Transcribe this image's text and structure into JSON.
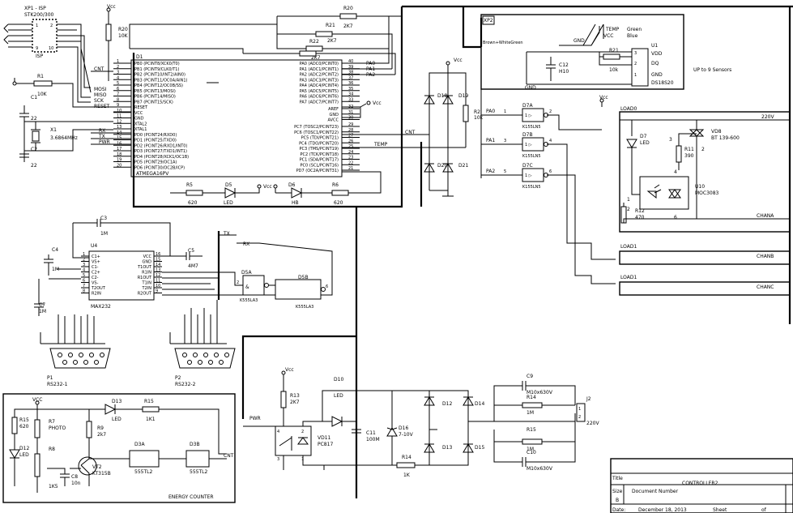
{
  "top": {
    "isp": {
      "ref": "XP1 - ISP",
      "model": "STK200/300",
      "name": "ISP"
    },
    "vcc": "Vcc",
    "r20": {
      "ref": "R20",
      "value": "10K"
    },
    "r1": {
      "ref": "R1",
      "value": "10K"
    },
    "cnt": "CNT",
    "pins": {
      "mosi": "MOSI",
      "miso": "MISO",
      "sck": "SCK",
      "reset": "RESET"
    },
    "c1": {
      "ref": "C1",
      "value": "22"
    },
    "c2": {
      "ref": "C2",
      "value": "22"
    },
    "x1": {
      "ref": "X1",
      "value": "3.6864MHz"
    },
    "ra": {
      "ref": "R20",
      "value": "2K7"
    },
    "rb": {
      "ref": "R21",
      "value": "2K7"
    },
    "rc": {
      "ref": "R22",
      "value": "2K7"
    },
    "rd": {
      "value": "2K7"
    }
  },
  "mcu": {
    "ref": "D1",
    "name": "ATMEGA16PV",
    "left_pins": [
      {
        "name": "PB0 (PCINT8/XCK0/T0)",
        "num": "1"
      },
      {
        "name": "PB1 (PCINT9/CLK0/T1)",
        "num": "2"
      },
      {
        "name": "PB2 (PCINT10/INT2/AIN0)",
        "num": "3"
      },
      {
        "name": "PB3 (PCINT11/OC0A/AIN1)",
        "num": "4"
      },
      {
        "name": "PB4 (PCINT12/OC0B/SS)",
        "num": "5"
      },
      {
        "name": "PB5 (PCINT13/MOSI)",
        "num": "6"
      },
      {
        "name": "PB6 (PCINT14/MISO)",
        "num": "7"
      },
      {
        "name": "PB7 (PCINT15/SCK)",
        "num": "8"
      },
      {
        "name": "RESET",
        "num": "9"
      },
      {
        "name": "VCC",
        "num": "10"
      },
      {
        "name": "GND",
        "num": "11"
      },
      {
        "name": "XTAL2",
        "num": "12"
      },
      {
        "name": "XTAL1",
        "num": "13"
      },
      {
        "name": "PD0 (PCINT24/RXD0)",
        "num": "14"
      },
      {
        "name": "PD1 (PCINT25/TXD0)",
        "num": "15"
      },
      {
        "name": "PD2 (PCINT26/RXD1/INT0)",
        "num": "16"
      },
      {
        "name": "PD3 (PCINT27/TXD1/INT1)",
        "num": "17"
      },
      {
        "name": "PD4 (PCINT28/XCK1/OC1B)",
        "num": "18"
      },
      {
        "name": "PD5 (PCINT29/OC1A)",
        "num": "19"
      },
      {
        "name": "PD6 (PCINT30/OC2B/ICP)",
        "num": "20"
      }
    ],
    "right_top": [
      {
        "name": "PA0 (ADC0/PCINT0)",
        "num": "40"
      },
      {
        "name": "PA1 (ADC1/PCINT1)",
        "num": "39"
      },
      {
        "name": "PA2 (ADC2/PCINT2)",
        "num": "38"
      },
      {
        "name": "PA3 (ADC3/PCINT3)",
        "num": "37"
      },
      {
        "name": "PA4 (ADC4/PCINT4)",
        "num": "36"
      },
      {
        "name": "PA5 (ADC5/PCINT5)",
        "num": "35"
      },
      {
        "name": "PA6 (ADC6/PCINT6)",
        "num": "34"
      },
      {
        "name": "PA7 (ADC7/PCINT7)",
        "num": "33"
      }
    ],
    "right_power": [
      {
        "name": "AREF",
        "num": "32"
      },
      {
        "name": "GND",
        "num": "31"
      },
      {
        "name": "AVCC",
        "num": "30"
      }
    ],
    "right_bottom": [
      {
        "name": "PC7 (TOSC2/PCINT23)",
        "num": "29"
      },
      {
        "name": "PC6 (TOSC1/PCINT22)",
        "num": "28"
      },
      {
        "name": "PC5 (TDI/PCINT21)",
        "num": "27"
      },
      {
        "name": "PC4 (TDO/PCINT20)",
        "num": "26"
      },
      {
        "name": "PC3 (TMS/PCINT19)",
        "num": "25"
      },
      {
        "name": "PC2 (TCK/PCINT18)",
        "num": "24"
      },
      {
        "name": "PC1 (SDA/PCINT17)",
        "num": "23"
      },
      {
        "name": "PC0 (SCL/PCINT16)",
        "num": "22"
      },
      {
        "name": "PD7 (OC2A/PCINT31)",
        "num": "21"
      }
    ],
    "pa_labels": [
      "PA0",
      "PA1",
      "PA2"
    ],
    "port_labels": {
      "rx": "RX",
      "tx": "TX",
      "pwr": "PWR"
    },
    "cnt_label": "CNT",
    "temp_label": "TEMP",
    "vcc": "Vcc"
  },
  "led_row": {
    "r5": {
      "ref": "R5",
      "value": "620"
    },
    "d5": {
      "ref": "D5",
      "value": "LED"
    },
    "d6": {
      "ref": "D6",
      "value": "HB"
    },
    "r6": {
      "ref": "R6",
      "value": "620"
    },
    "vcc": "Vcc"
  },
  "sensor": {
    "ref": "XP2",
    "temp": "TEMP",
    "vcc": "VCC",
    "gnd": "GND",
    "green": "Green",
    "blue": "Blue",
    "brown": "Brown+WhiteGreen",
    "gnd2": "GND",
    "c12": {
      "ref": "C12",
      "value": "H10"
    },
    "r21": {
      "ref": "R21",
      "value": "10k"
    },
    "u1": {
      "ref": "U1",
      "name": "DS18S20",
      "pins": [
        {
          "name": "VDD",
          "num": "3"
        },
        {
          "name": "DQ",
          "num": "2"
        },
        {
          "name": "GND",
          "num": "1"
        }
      ]
    },
    "note": "UP to 9 Sensors"
  },
  "bridge": {
    "vcc": "Vcc",
    "d18": "D18",
    "d19": "D19",
    "d20": "D20",
    "d21": "D21",
    "r2": {
      "ref": "R2",
      "value": "10k"
    },
    "cnt": "CNT",
    "temp": "TEMP"
  },
  "drivers": {
    "pa": [
      {
        "label": "PA0",
        "pin": "1"
      },
      {
        "label": "PA1",
        "pin": "3"
      },
      {
        "label": "PA2",
        "pin": "5"
      }
    ],
    "gates": [
      {
        "ref": "D7A",
        "name": "K155LN5",
        "out": "2"
      },
      {
        "ref": "D7B",
        "name": "K155LN5",
        "out": "4"
      },
      {
        "ref": "D7C",
        "name": "K155LN5",
        "out": "6"
      }
    ],
    "vcc": "Vcc",
    "load0": "LOAD0",
    "load1a": "LOAD1",
    "load1b": "LOAD1",
    "d7": {
      "ref": "D7",
      "value": "LED"
    },
    "r11": {
      "ref": "R11",
      "value": "390"
    },
    "r12": {
      "ref": "R12",
      "value": "470"
    },
    "vd8": {
      "ref": "VD8",
      "value": "BT 139-600"
    },
    "u10": {
      "ref": "U10",
      "value": "MOC3083"
    },
    "nums": [
      "3",
      "1",
      "2",
      "4",
      "6"
    ],
    "v220": "220V",
    "chana": "CHANA",
    "chanb": "CHANB",
    "chanc": "CHANC"
  },
  "uart": {
    "c3": {
      "ref": "C3",
      "value": "1M"
    },
    "c4": {
      "ref": "C4",
      "value": "1M"
    },
    "c5": {
      "ref": "C5",
      "value": "4M7"
    },
    "c7": {
      "ref": "C7",
      "value": "1M"
    },
    "u4": {
      "ref": "U4",
      "name": "MAX232"
    },
    "left": [
      {
        "name": "C1+",
        "num": "1"
      },
      {
        "name": "VS+",
        "num": "2"
      },
      {
        "name": "C1-",
        "num": "3"
      },
      {
        "name": "C2+",
        "num": "4"
      },
      {
        "name": "C2-",
        "num": "5"
      },
      {
        "name": "VS-",
        "num": "6"
      },
      {
        "name": "T2OUT",
        "num": "7"
      },
      {
        "name": "R2IN",
        "num": "8"
      }
    ],
    "right": [
      {
        "name": "VCC",
        "num": "16"
      },
      {
        "name": "GND",
        "num": "15"
      },
      {
        "name": "T1OUT",
        "num": "14"
      },
      {
        "name": "R1IN",
        "num": "13"
      },
      {
        "name": "R1OUT",
        "num": "12"
      },
      {
        "name": "T1IN",
        "num": "11"
      },
      {
        "name": "T2IN",
        "num": "10"
      },
      {
        "name": "R2OUT",
        "num": "9"
      }
    ],
    "tx": "TX",
    "rx": "RX",
    "d5a": {
      "ref": "D5A",
      "name": "K555LA3",
      "pin": "2"
    },
    "d5b": {
      "ref": "D5B",
      "name": "K555LA3",
      "pin": "6"
    },
    "p1": {
      "ref": "P1",
      "name": "RS232-1"
    },
    "p2": {
      "ref": "P2",
      "name": "RS232-2"
    }
  },
  "energy": {
    "title": "ENERGY COUNTER",
    "vcc": "VCC",
    "r15": {
      "ref": "R15",
      "value": "620"
    },
    "d12": {
      "ref": "D12",
      "value": "LED"
    },
    "r7": {
      "ref": "R7",
      "value": "PHOTO"
    },
    "r8": {
      "ref": "R8",
      "value": "1K5"
    },
    "c8": {
      "ref": "C8",
      "value": "10n"
    },
    "r9": {
      "ref": "R9",
      "value": "2k7"
    },
    "vt2": {
      "ref": "VT2",
      "value": "KT315B"
    },
    "d13": {
      "ref": "D13",
      "value": "LED"
    },
    "r15b": {
      "ref": "R15",
      "value": "1K1"
    },
    "d3a": {
      "ref": "D3A",
      "value": "555TL2"
    },
    "d3b": {
      "ref": "D3B",
      "value": "555TL2"
    },
    "cnt": "CNT"
  },
  "power": {
    "vcc": "Vcc",
    "r13": {
      "ref": "R13",
      "value": "2K7"
    },
    "d10": {
      "ref": "D10",
      "value": "LED"
    },
    "pwr": "PWR",
    "vd11": {
      "ref": "VD11",
      "value": "PC817"
    },
    "c11": {
      "ref": "C11",
      "value": "100M"
    },
    "d16": {
      "ref": "D16",
      "value": "7-10V"
    },
    "r14": {
      "ref": "R14",
      "value": "1K"
    },
    "d12": "D12",
    "d13": "D13",
    "d14": "D14",
    "d15": "D15",
    "c9": {
      "ref": "C9",
      "value": "M10x630V"
    },
    "c10": {
      "ref": "C10",
      "value": "M10x630V"
    },
    "r14b": {
      "ref": "R14",
      "value": "1M"
    },
    "r15": {
      "ref": "R15",
      "value": "1M"
    },
    "j2": {
      "ref": "J2",
      "value": "220V"
    },
    "nums": [
      "4",
      "3",
      "2",
      "1"
    ]
  },
  "title_block": {
    "title_label": "Title",
    "title": "CONTROLLER2",
    "size_label": "Size",
    "size": "B",
    "docnum_label": "Document Number",
    "date_label": "Date:",
    "date": "December 18, 2013",
    "sheet_label": "Sheet",
    "of_label": "of"
  }
}
